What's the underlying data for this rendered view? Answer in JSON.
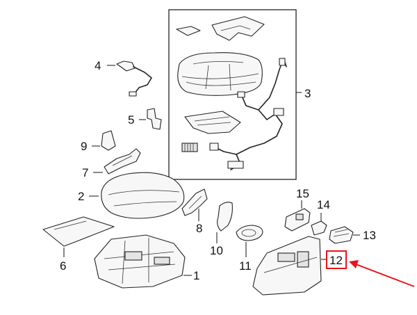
{
  "callouts": [
    "1",
    "2",
    "3",
    "4",
    "5",
    "6",
    "7",
    "8",
    "9",
    "10",
    "11",
    "12",
    "13",
    "14",
    "15"
  ],
  "highlight": {
    "callout": "12",
    "color": "#e8141a"
  },
  "pointer_arrow": {
    "color": "#e8141a"
  }
}
